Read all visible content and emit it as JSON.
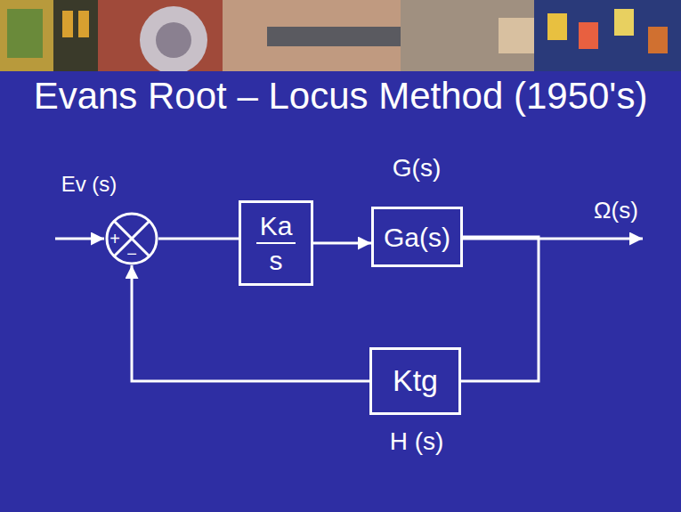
{
  "diagram": {
    "title": "Evans Root – Locus Method (1950's)",
    "nodes": [
      {
        "text": [
          "+",
          "−"
        ]
      },
      {
        "text": [
          "Ka",
          "s"
        ]
      },
      {
        "text": [
          "Ga(s)"
        ]
      },
      {
        "text": [
          "Ktg"
        ]
      }
    ],
    "edges": [
      {
        "from": 0,
        "to": 1,
        "arrow": "none"
      },
      {
        "from": 1,
        "to": 2,
        "arrow": "to"
      },
      {
        "from": 2,
        "to": 3,
        "arrow": "none"
      },
      {
        "from": 3,
        "to": 0,
        "arrow": "to"
      }
    ],
    "labels": [
      "Ev (s)",
      "G(s)",
      "Ω(s)",
      "H (s)"
    ]
  }
}
